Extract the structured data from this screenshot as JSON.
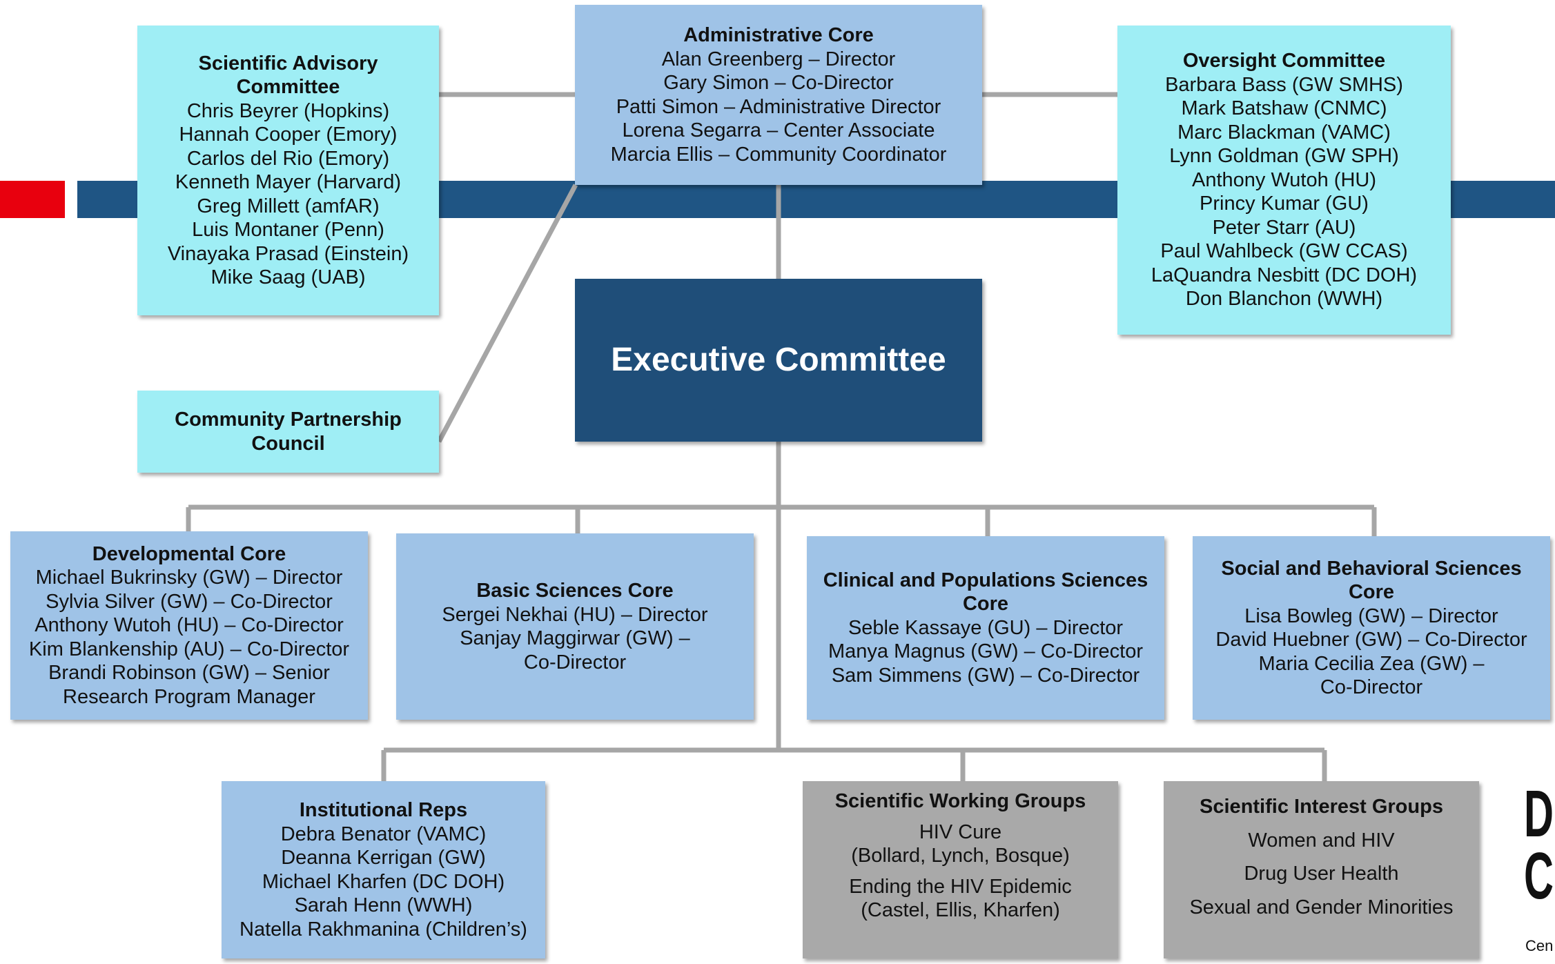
{
  "colors": {
    "cyan_box": "#9feef5",
    "blue_box": "#9fc3e7",
    "gray_box": "#a9a9a9",
    "navy_box": "#1f4e79",
    "band": "#1f5584",
    "red_accent": "#e8000e",
    "connector": "#a6a6a6"
  },
  "scientific_advisory": {
    "title": [
      "Scientific Advisory",
      "Committee"
    ],
    "members": [
      "Chris Beyrer (Hopkins)",
      "Hannah Cooper (Emory)",
      "Carlos del Rio (Emory)",
      "Kenneth Mayer (Harvard)",
      "Greg Millett (amfAR)",
      "Luis Montaner (Penn)",
      "Vinayaka Prasad (Einstein)",
      "Mike Saag (UAB)"
    ]
  },
  "administrative_core": {
    "title": "Administrative Core",
    "members": [
      "Alan Greenberg – Director",
      "Gary Simon – Co-Director",
      "Patti Simon – Administrative Director",
      "Lorena Segarra – Center Associate",
      "Marcia Ellis – Community Coordinator"
    ]
  },
  "oversight_committee": {
    "title": "Oversight Committee",
    "members": [
      "Barbara Bass (GW SMHS)",
      "Mark Batshaw (CNMC)",
      "Marc Blackman (VAMC)",
      "Lynn Goldman (GW SPH)",
      "Anthony Wutoh (HU)",
      "Princy Kumar (GU)",
      "Peter Starr (AU)",
      "Paul Wahlbeck (GW CCAS)",
      "LaQuandra Nesbitt (DC DOH)",
      "Don Blanchon (WWH)"
    ]
  },
  "executive_committee": {
    "title": "Executive Committee"
  },
  "community_council": {
    "title": [
      "Community Partnership",
      "Council"
    ]
  },
  "developmental_core": {
    "title": "Developmental Core",
    "members": [
      "Michael Bukrinsky (GW) – Director",
      "Sylvia Silver (GW) – Co-Director",
      "Anthony Wutoh (HU) – Co-Director",
      "Kim Blankenship (AU) – Co-Director",
      "Brandi Robinson (GW) – Senior",
      "Research Program Manager"
    ]
  },
  "basic_sciences_core": {
    "title": "Basic Sciences Core",
    "members": [
      "Sergei Nekhai (HU) – Director",
      "Sanjay Maggirwar (GW) –",
      "Co-Director"
    ]
  },
  "clinical_core": {
    "title": [
      "Clinical and Populations Sciences",
      "Core"
    ],
    "members": [
      "Seble Kassaye (GU) – Director",
      "Manya Magnus (GW) – Co-Director",
      "Sam Simmens (GW) – Co-Director"
    ]
  },
  "social_core": {
    "title": [
      "Social and Behavioral Sciences",
      "Core"
    ],
    "members": [
      "Lisa Bowleg (GW) – Director",
      "David Huebner (GW) – Co-Director",
      "Maria Cecilia Zea (GW) –",
      "Co-Director"
    ]
  },
  "institutional_reps": {
    "title": "Institutional Reps",
    "members": [
      "Debra Benator (VAMC)",
      "Deanna Kerrigan (GW)",
      "Michael Kharfen (DC DOH)",
      "Sarah Henn (WWH)",
      "Natella Rakhmanina (Children’s)"
    ]
  },
  "working_groups": {
    "title": "Scientific Working Groups",
    "groups": [
      [
        "HIV Cure",
        "(Bollard, Lynch, Bosque)"
      ],
      [
        "Ending the HIV Epidemic",
        "(Castel, Ellis, Kharfen)"
      ]
    ]
  },
  "interest_groups": {
    "title": "Scientific Interest Groups",
    "groups": [
      "Women and HIV",
      "Drug User Health",
      "Sexual and Gender Minorities"
    ]
  },
  "brand": {
    "letters": [
      "D",
      "C"
    ],
    "fragment": "Cen"
  }
}
